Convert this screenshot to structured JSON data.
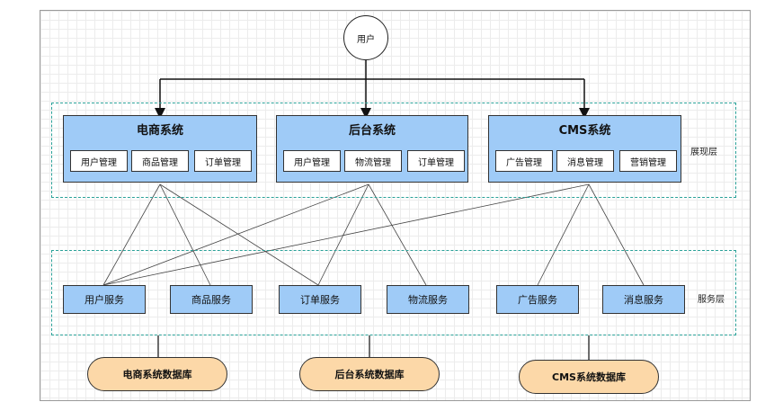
{
  "user": {
    "label": "用户"
  },
  "systems": [
    {
      "title": "电商系统",
      "modules": [
        "用户管理",
        "商品管理",
        "订单管理"
      ]
    },
    {
      "title": "后台系统",
      "modules": [
        "用户管理",
        "物流管理",
        "订单管理"
      ]
    },
    {
      "title": "CMS系统",
      "modules": [
        "广告管理",
        "消息管理",
        "营销管理"
      ]
    }
  ],
  "layers": {
    "presentation": "展现层",
    "service": "服务层"
  },
  "services": [
    "用户服务",
    "商品服务",
    "订单服务",
    "物流服务",
    "广告服务",
    "消息服务"
  ],
  "databases": [
    "电商系统数据库",
    "后台系统数据库",
    "CMS系统数据库"
  ]
}
